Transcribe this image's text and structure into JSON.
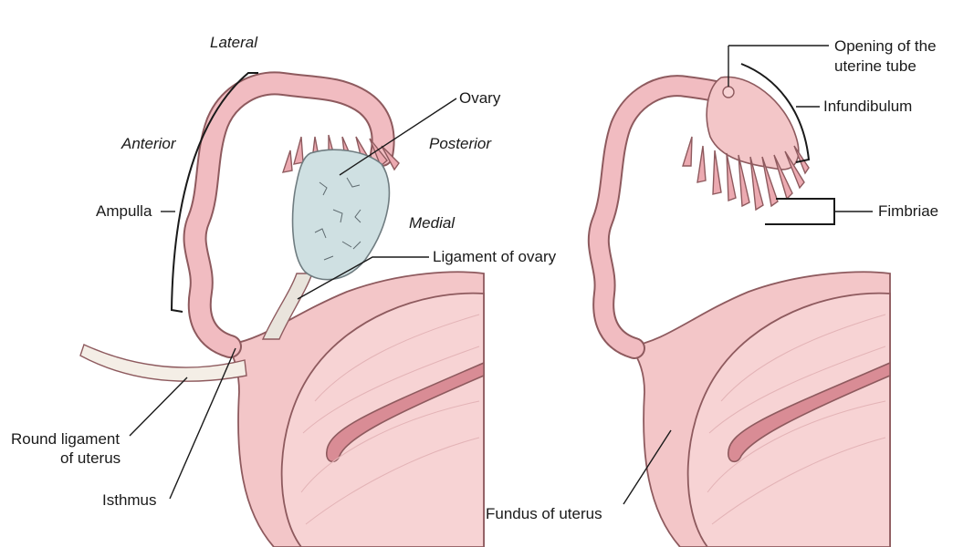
{
  "colors": {
    "uterus_outer": "#f3c6c8",
    "uterus_inner": "#f7d3d4",
    "tube": "#f1bcc1",
    "outline": "#8e5a5e",
    "ovary": "#cfe0e2",
    "ligament": "#e9e4dc",
    "text": "#1a1a1a"
  },
  "left_panel": {
    "orientation": {
      "lateral": "Lateral",
      "anterior": "Anterior",
      "posterior": "Posterior",
      "medial": "Medial"
    },
    "labels": {
      "ovary": "Ovary",
      "ampulla": "Ampulla",
      "ligament_of_ovary": "Ligament of ovary",
      "round_ligament_line1": "Round ligament",
      "round_ligament_line2": "of uterus",
      "isthmus": "Isthmus"
    }
  },
  "right_panel": {
    "labels": {
      "opening_line1": "Opening of the",
      "opening_line2": "uterine tube",
      "infundibulum": "Infundibulum",
      "fimbriae": "Fimbriae",
      "fundus": "Fundus of uterus"
    }
  }
}
